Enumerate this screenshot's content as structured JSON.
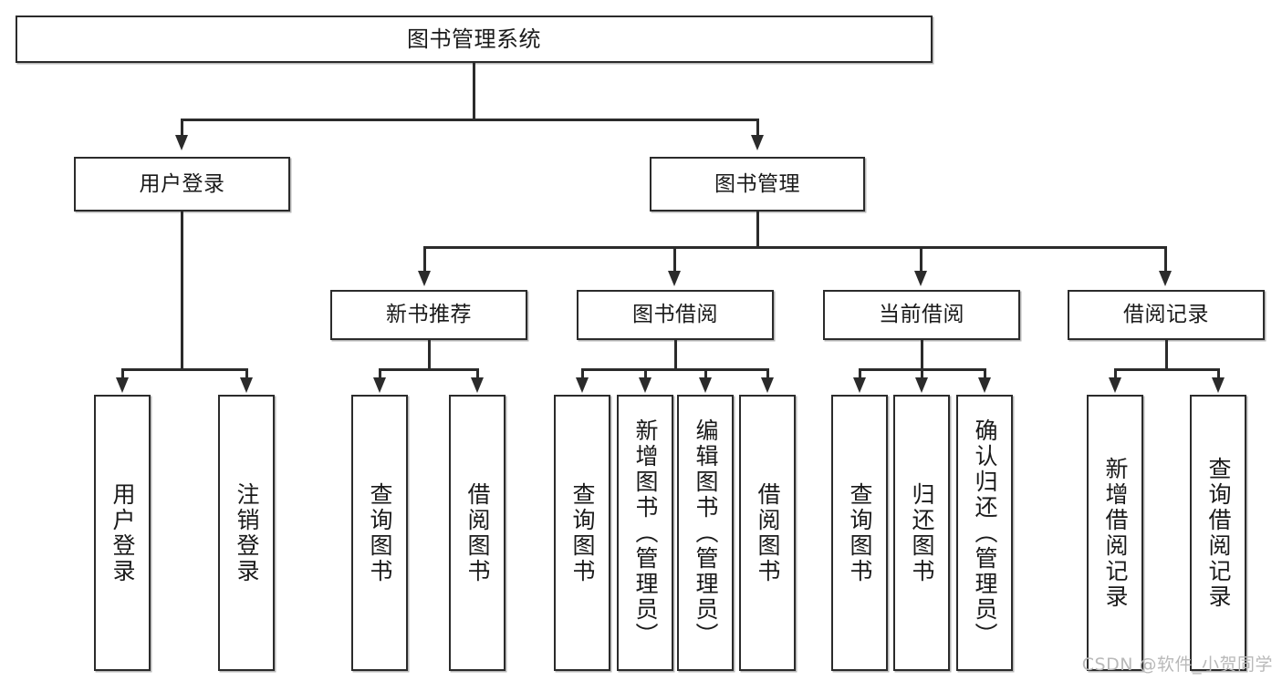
{
  "diagram": {
    "title": "图书管理系统",
    "type": "functional-decomposition-tree",
    "orientation": "top-down",
    "levels": 4
  },
  "nodes": {
    "root": {
      "label": "图书管理系统"
    },
    "level2": [
      {
        "id": "user-login",
        "label": "用户登录"
      },
      {
        "id": "book-management",
        "label": "图书管理"
      }
    ],
    "level3": [
      {
        "id": "new-book-recommend",
        "label": "新书推荐"
      },
      {
        "id": "book-borrow",
        "label": "图书借阅"
      },
      {
        "id": "current-borrow",
        "label": "当前借阅"
      },
      {
        "id": "borrow-record",
        "label": "借阅记录"
      }
    ],
    "leaves": {
      "user_login": [
        {
          "id": "leaf-user-login",
          "label": "用户登录"
        },
        {
          "id": "leaf-logout-login",
          "label": "注销登录"
        }
      ],
      "new_book_recommend": [
        {
          "id": "leaf-query-book-1",
          "label": "查询图书"
        },
        {
          "id": "leaf-borrow-book-1",
          "label": "借阅图书"
        }
      ],
      "book_borrow": [
        {
          "id": "leaf-query-book-2",
          "label": "查询图书"
        },
        {
          "id": "leaf-add-book",
          "label": "新增图书（管理员）"
        },
        {
          "id": "leaf-edit-book",
          "label": "编辑图书（管理员）"
        },
        {
          "id": "leaf-borrow-book-2",
          "label": "借阅图书"
        }
      ],
      "current_borrow": [
        {
          "id": "leaf-query-book-3",
          "label": "查询图书"
        },
        {
          "id": "leaf-return-book",
          "label": "归还图书"
        },
        {
          "id": "leaf-confirm-return",
          "label": "确认归还（管理员）"
        }
      ],
      "borrow_record": [
        {
          "id": "leaf-add-record",
          "label": "新增借阅记录"
        },
        {
          "id": "leaf-query-record",
          "label": "查询借阅记录"
        }
      ]
    }
  },
  "watermark": {
    "text": "CSDN @软件_小贺同学"
  },
  "colors": {
    "stroke": "#2b2b2b",
    "fill": "#ffffff",
    "text": "#1a1a1a",
    "watermark": "#b9b9b9",
    "background": "#ffffff"
  }
}
